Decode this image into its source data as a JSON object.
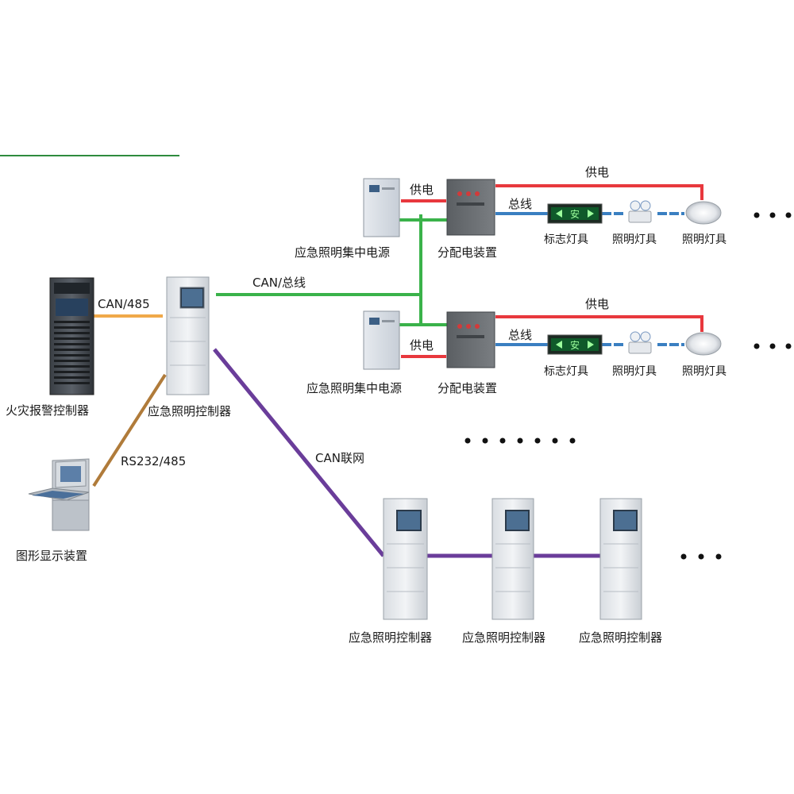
{
  "colors": {
    "header_rule": "#2e8b3e",
    "can_485": "#f0a94a",
    "rs232_485": "#b07b3a",
    "can_bus": "#3ab24a",
    "can_network": "#6a3d9a",
    "power_supply": "#e8383d",
    "signal_bus": "#3a7fc1"
  },
  "left": {
    "fire_alarm_label": "火灾报警控制器",
    "display_label": "图形显示装置",
    "can485_label": "CAN/485",
    "rs232_label": "RS232/485"
  },
  "center": {
    "controller_label": "应急照明控制器",
    "can_bus_label": "CAN/总线",
    "can_network_label": "CAN联网"
  },
  "branches": [
    {
      "power_label": "应急照明集中电源",
      "distribution_label": "分配电装置",
      "supply_short_label": "供电",
      "supply_long_label": "供电",
      "bus_label": "总线",
      "sign_label": "标志灯具",
      "lamp1_label": "照明灯具",
      "lamp2_label": "照明灯具",
      "exit_sign_text": "安"
    },
    {
      "power_label": "应急照明集中电源",
      "distribution_label": "分配电装置",
      "supply_short_label": "供电",
      "supply_long_label": "供电",
      "bus_label": "总线",
      "sign_label": "标志灯具",
      "lamp1_label": "照明灯具",
      "lamp2_label": "照明灯具",
      "exit_sign_text": "安"
    }
  ],
  "network": {
    "controllers": [
      "应急照明控制器",
      "应急照明控制器",
      "应急照明控制器"
    ]
  }
}
